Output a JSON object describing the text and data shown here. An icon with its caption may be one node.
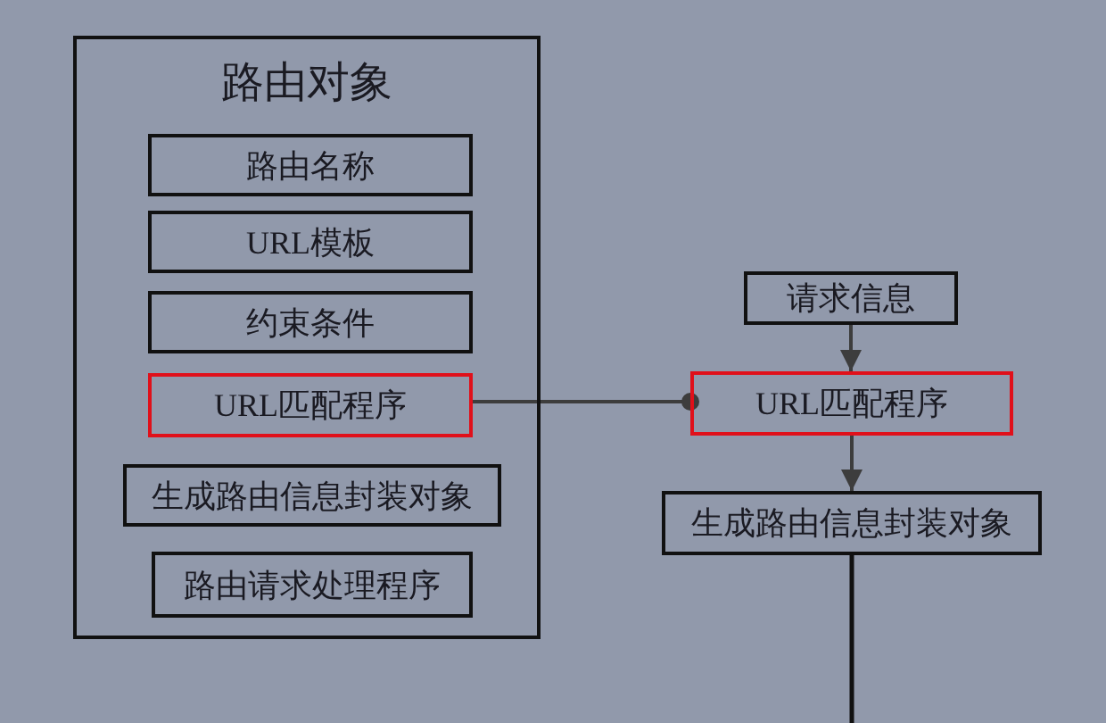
{
  "diagram": {
    "nodes": [
      {
        "text": [
          "路由对象"
        ]
      },
      {
        "text": [
          "路由名称"
        ],
        "in": 0
      },
      {
        "text": [
          "URL模板"
        ],
        "in": 0
      },
      {
        "text": [
          "约束条件"
        ],
        "in": 0
      },
      {
        "text": [
          "URL匹配程序"
        ],
        "in": 0
      },
      {
        "text": [
          "生成路由信息封装对象"
        ],
        "in": 0
      },
      {
        "text": [
          "路由请求处理程序"
        ],
        "in": 0
      },
      {
        "text": [
          "请求信息"
        ]
      },
      {
        "text": [
          "URL匹配程序"
        ]
      },
      {
        "text": [
          "生成路由信息封装对象"
        ]
      }
    ],
    "edges": [
      {
        "from": 4,
        "to": 8,
        "arrow": "other"
      },
      {
        "from": 7,
        "to": 8,
        "arrow": "to"
      },
      {
        "from": 8,
        "to": 9,
        "arrow": "to"
      },
      {
        "from": 9,
        "to": null,
        "arrow": "none"
      }
    ]
  }
}
